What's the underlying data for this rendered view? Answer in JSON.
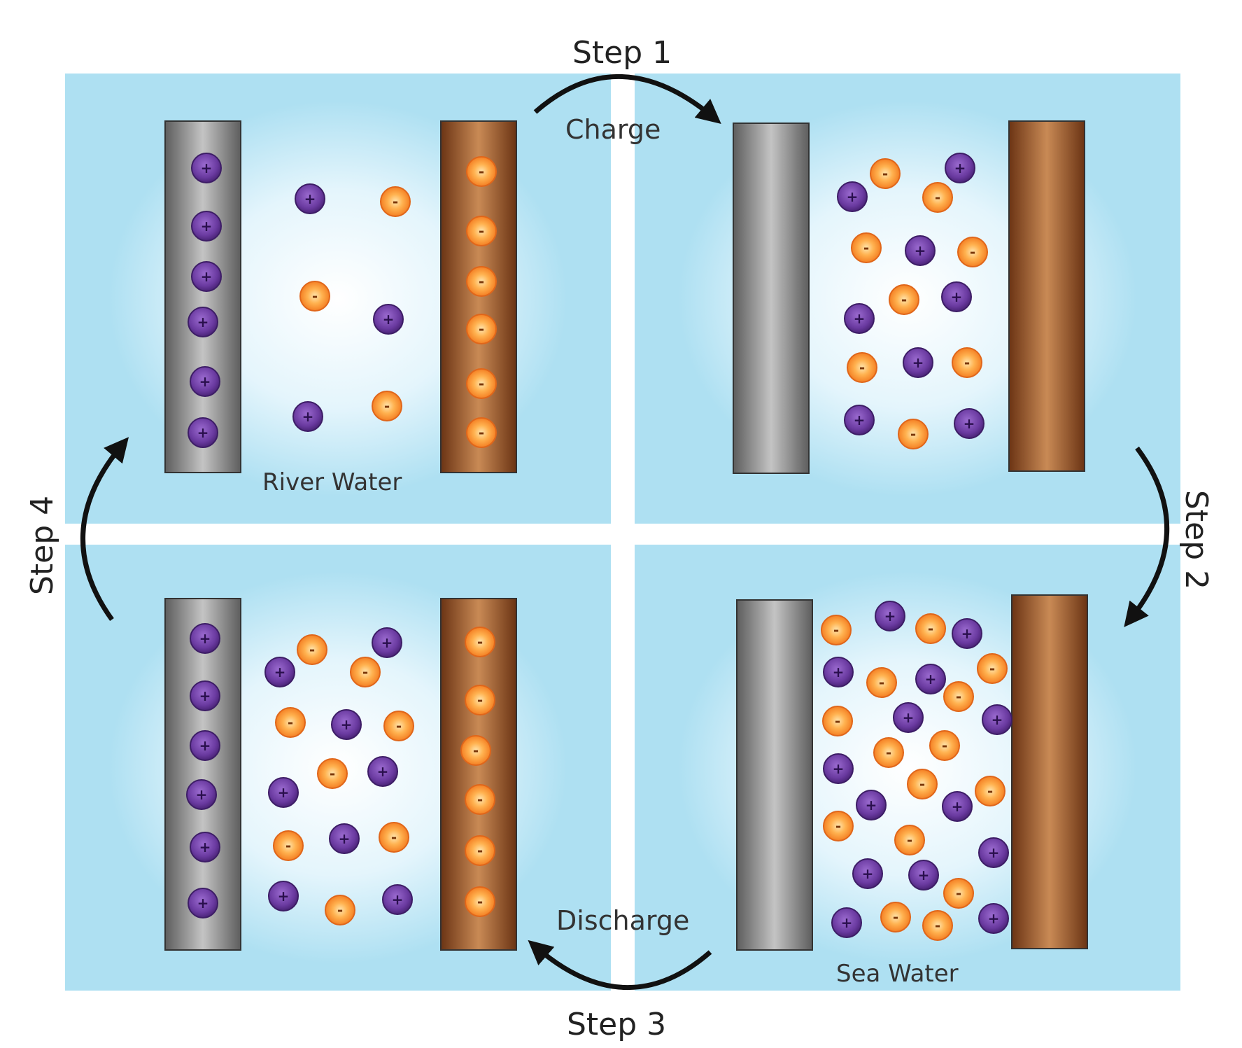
{
  "steps": {
    "step1": "Step 1",
    "step2": "Step 2",
    "step3": "Step 3",
    "step4": "Step 4"
  },
  "phases": {
    "charge": "Charge",
    "discharge": "Discharge"
  },
  "waters": {
    "river": "River Water",
    "sea": "Sea Water"
  },
  "ion_signs": {
    "positive": "+",
    "negative": "-"
  },
  "colors": {
    "background": "#aee0f2",
    "cation": "#6a3aa0",
    "anion": "#f58a25",
    "electrode_gray": "#7a7a7a",
    "electrode_brown": "#8b4a22"
  },
  "panels": [
    {
      "id": "top-left",
      "state": "river water, charged (ions adsorbed on electrodes)"
    },
    {
      "id": "top-right",
      "state": "sea water, uncharged electrodes"
    },
    {
      "id": "bottom-right",
      "state": "sea water, uncharged electrodes"
    },
    {
      "id": "bottom-left",
      "state": "sea water, charged (ions adsorbed on electrodes)"
    }
  ]
}
